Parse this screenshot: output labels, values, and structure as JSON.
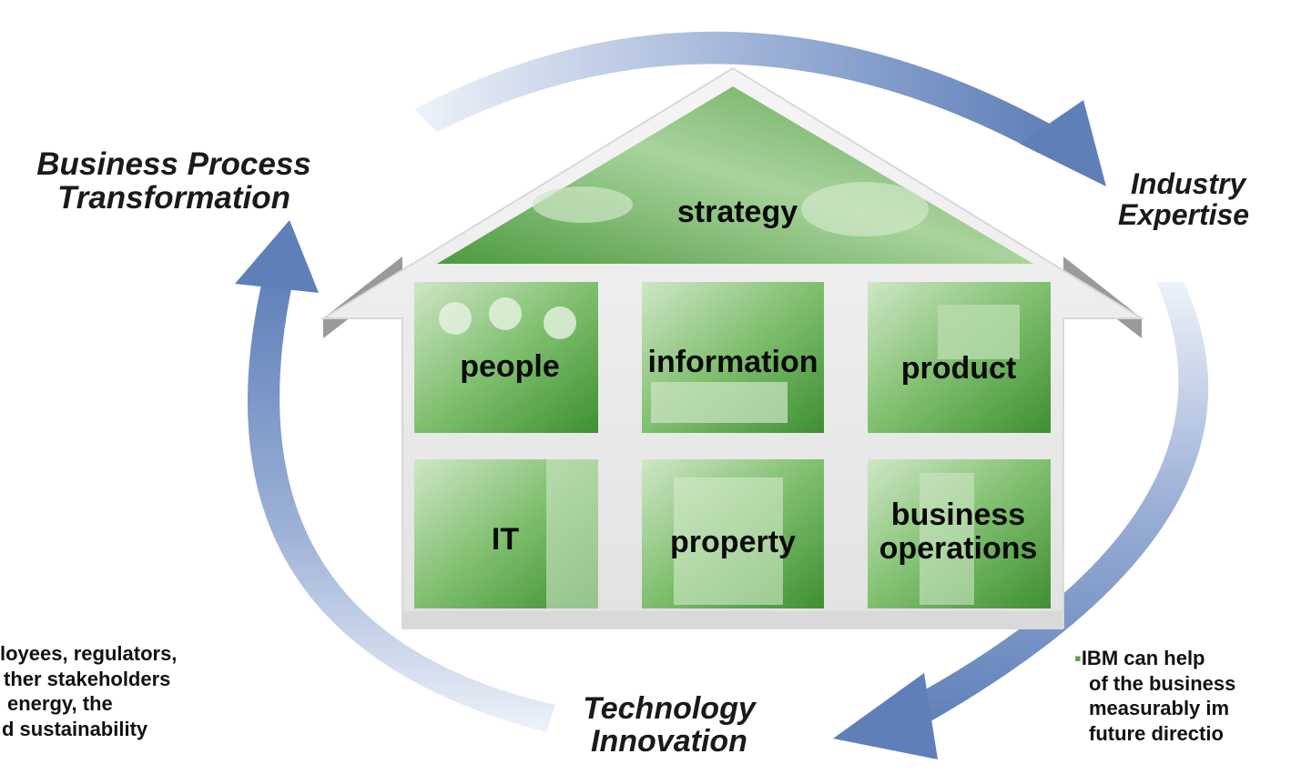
{
  "labels": {
    "business_process": [
      "Business Process",
      "Transformation"
    ],
    "industry": [
      "Industry",
      "Expertise"
    ],
    "technology": [
      "Technology",
      "Innovation"
    ]
  },
  "house": {
    "roof": "strategy",
    "cells": [
      "people",
      "information",
      "product",
      "IT",
      "property",
      "business operations"
    ]
  },
  "left_text": [
    "loyees, regulators,",
    "ther stakeholders",
    "energy, the",
    "d sustainability"
  ],
  "right_text": {
    "bullet": "▪",
    "lines": [
      "IBM can help",
      "of the business",
      "measurably im",
      "future directio"
    ]
  },
  "colors": {
    "arrow": "#5e7fb8",
    "arrow_light": "#eef2f9",
    "green": "#4c9a3f",
    "green_light": "#a9d39c",
    "house_frame": "#eeeeee",
    "bullet": "#5aa04a"
  }
}
